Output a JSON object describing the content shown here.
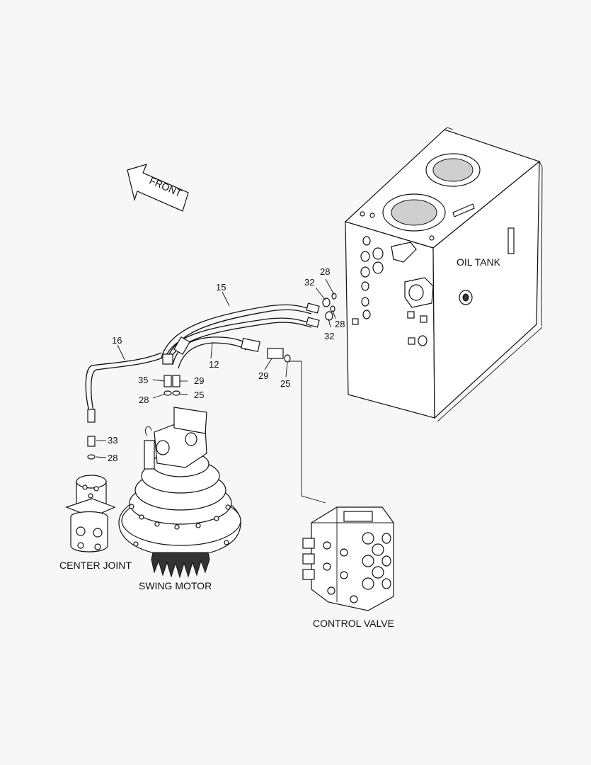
{
  "labels": {
    "front": "FRONT",
    "oil_tank": "OIL TANK",
    "center_joint": "CENTER JOINT",
    "swing_motor": "SWING MOTOR",
    "control_valve": "CONTROL VALVE"
  },
  "callouts": {
    "c15": "15",
    "c16": "16",
    "c12": "12",
    "c28a": "28",
    "c32a": "32",
    "c28b": "28",
    "c32b": "32",
    "c29a": "29",
    "c25a": "25",
    "c35": "35",
    "c29b": "29",
    "c28c": "28",
    "c25b": "25",
    "c33": "33",
    "c28d": "28"
  }
}
